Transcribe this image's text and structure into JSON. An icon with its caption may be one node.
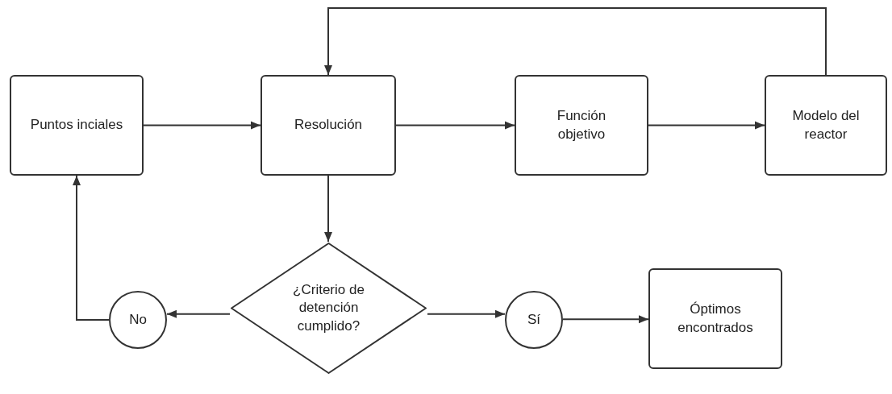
{
  "diagram": {
    "nodes": [
      {
        "text": [
          "Puntos inciales"
        ]
      },
      {
        "text": [
          "Resolución"
        ]
      },
      {
        "text": [
          "Función objetivo"
        ]
      },
      {
        "text": [
          "Modelo del reactor"
        ]
      },
      {
        "text": [
          "¿Criterio de detención cumplido?"
        ]
      },
      {
        "text": [
          "No"
        ]
      },
      {
        "text": [
          "Sí"
        ]
      },
      {
        "text": [
          "Óptimos encontrados"
        ]
      }
    ],
    "edges": [
      {
        "from": 0,
        "to": 1,
        "arrow": "to"
      },
      {
        "from": 1,
        "to": 2,
        "arrow": "to"
      },
      {
        "from": 2,
        "to": 3,
        "arrow": "to"
      },
      {
        "from": 3,
        "to": 1,
        "arrow": "to"
      },
      {
        "from": 1,
        "to": 4,
        "arrow": "to"
      },
      {
        "from": 4,
        "to": 5,
        "arrow": "to"
      },
      {
        "from": 5,
        "to": 0,
        "arrow": "to"
      },
      {
        "from": 4,
        "to": 6,
        "arrow": "to"
      },
      {
        "from": 6,
        "to": 7,
        "arrow": "to"
      }
    ]
  }
}
